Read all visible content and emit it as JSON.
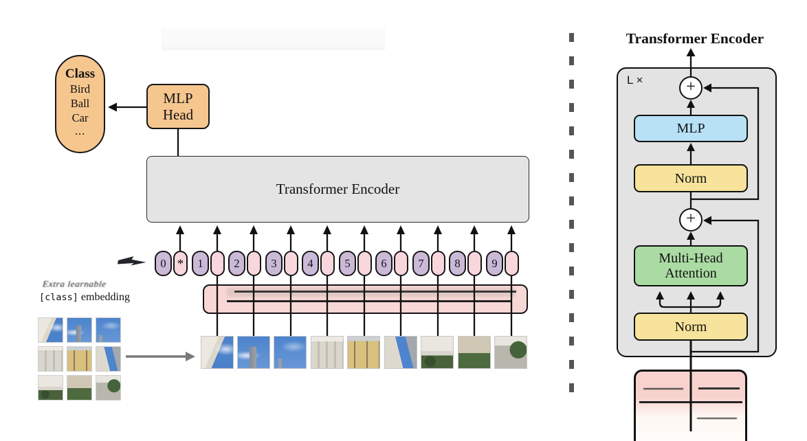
{
  "colors": {
    "box_orange": "#f6c68f",
    "token_purple": "#cbb9d8",
    "token_pink": "#f8d7dc",
    "projection_pink": "#f8d7d7",
    "encoder_gray": "#e4e4e4",
    "mlp_blue": "#b8e1f5",
    "norm_yellow": "#f7e39b",
    "attention_green": "#aadba3"
  },
  "left_panel": {
    "class_box": {
      "title": "Class",
      "items": [
        "Bird",
        "Ball",
        "Car",
        "..."
      ]
    },
    "mlp_head": {
      "line1": "MLP",
      "line2": "Head"
    },
    "encoder_label": "Transformer Encoder",
    "note": {
      "line1": "Extra learnable",
      "code": "[class]",
      "rest": " embedding"
    },
    "class_token_star": "*",
    "tokens": [
      "0",
      "1",
      "2",
      "3",
      "4",
      "5",
      "6",
      "7",
      "8",
      "9"
    ]
  },
  "right_panel": {
    "title": "Transformer Encoder",
    "loop_label": "L ×",
    "plus": "+",
    "mlp_label": "MLP",
    "norm_top_label": "Norm",
    "attention_line1": "Multi-Head",
    "attention_line2": "Attention",
    "norm_bottom_label": "Norm"
  }
}
